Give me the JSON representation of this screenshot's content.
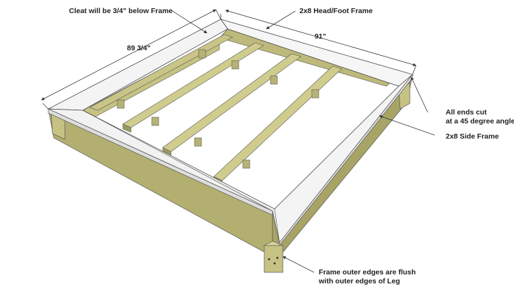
{
  "annotations": {
    "cleat": "Cleat will be 3/4\" below Frame",
    "head_foot": "2x8 Head/Foot Frame",
    "dim_width": "91\"",
    "dim_length": "89 3/4\"",
    "ends_line1": "All ends cut",
    "ends_line2": "at a 45 degree angle",
    "side_frame": "2x8 Side Frame",
    "flush_line1": "Frame outer edges are flush",
    "flush_line2": "with outer edges of Leg"
  },
  "colors": {
    "wood_light": "#cfcc8e",
    "wood_mid": "#b9b577",
    "wood_dark": "#8d8a55",
    "frame_top": "#f6f6f6",
    "frame_edge": "#d9d9d9",
    "line": "#333333"
  }
}
